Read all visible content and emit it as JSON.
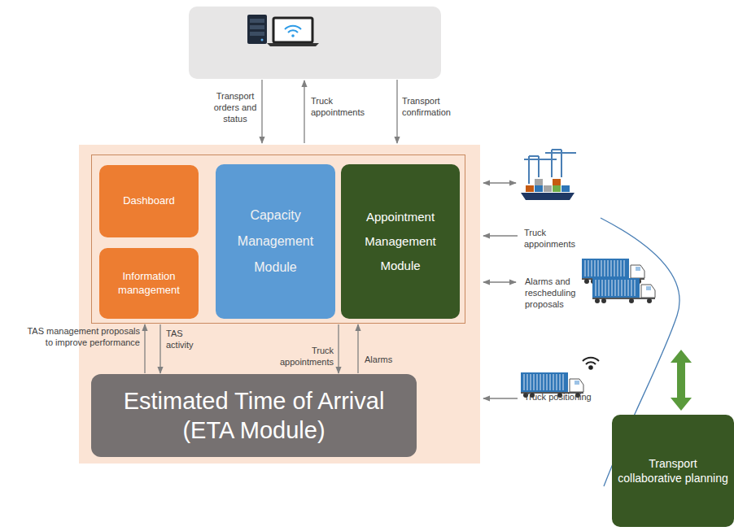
{
  "diagram": {
    "nodes": [
      {
        "text": []
      },
      {
        "text": [],
        "in": 0
      },
      {
        "text": [
          "Dashboard"
        ],
        "in": 1
      },
      {
        "text": [
          "Information management"
        ],
        "in": 1
      },
      {
        "text": [
          "Capacity Management Module"
        ],
        "in": 1
      },
      {
        "text": [
          "Appointment Management Module"
        ],
        "in": 1
      },
      {
        "text": [
          "Estimated Time of Arrival (ETA Module)"
        ],
        "in": 0
      },
      {
        "text": [
          "Transport collaborative planning"
        ]
      }
    ],
    "edges": [
      {
        "from": 6,
        "to": 1,
        "label": "TAS management proposals to improve performance",
        "arrow": "to"
      },
      {
        "from": 1,
        "to": 6,
        "label": "TAS activity",
        "arrow": "to"
      },
      {
        "from": 1,
        "to": 6,
        "label": "Truck appointments",
        "arrow": "to"
      },
      {
        "from": 6,
        "to": 1,
        "label": "Alarms",
        "arrow": "to"
      }
    ],
    "labels": [
      "Transport orders and status",
      "Truck appointments",
      "Transport confirmation",
      "Truck appoinments",
      "Alarms and rescheduling proposals",
      "Truck positioning"
    ]
  }
}
